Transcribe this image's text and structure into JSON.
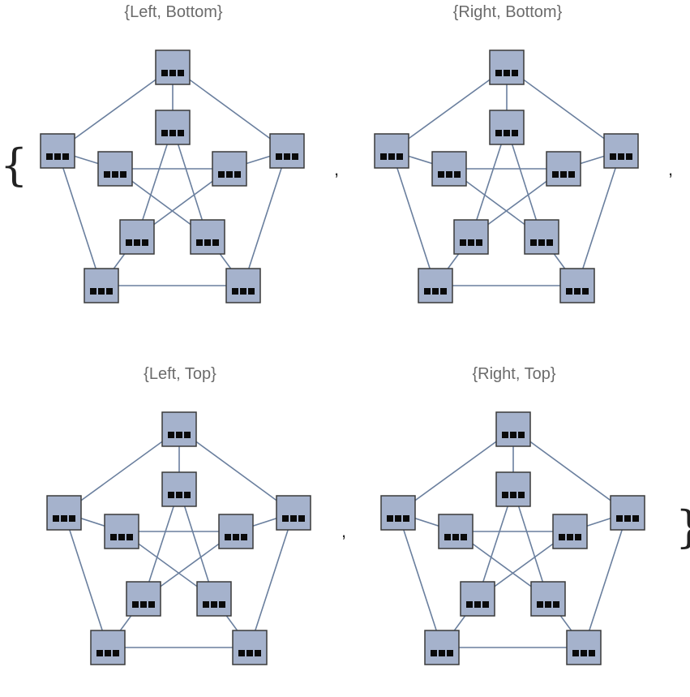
{
  "list": {
    "open_brace": "{",
    "close_brace": "}",
    "separator": ","
  },
  "graph": {
    "vertices_outer": [
      0,
      1,
      2,
      3,
      4
    ],
    "vertices_inner": [
      5,
      6,
      7,
      8,
      9
    ],
    "edges": [
      [
        0,
        1
      ],
      [
        1,
        2
      ],
      [
        2,
        3
      ],
      [
        3,
        4
      ],
      [
        4,
        0
      ],
      [
        0,
        5
      ],
      [
        1,
        6
      ],
      [
        2,
        7
      ],
      [
        3,
        8
      ],
      [
        4,
        9
      ],
      [
        5,
        7
      ],
      [
        7,
        9
      ],
      [
        9,
        6
      ],
      [
        6,
        8
      ],
      [
        8,
        5
      ]
    ],
    "vertex_label_icon": "ellipsis-icon",
    "vertex_color": "#a5b2cc",
    "edge_color": "#6a7f9e"
  },
  "panels": [
    {
      "id": "left-bottom",
      "title": "{Left, Bottom}"
    },
    {
      "id": "right-bottom",
      "title": "{Right, Bottom}"
    },
    {
      "id": "left-top",
      "title": "{Left, Top}"
    },
    {
      "id": "right-top",
      "title": "{Right, Top}"
    }
  ]
}
